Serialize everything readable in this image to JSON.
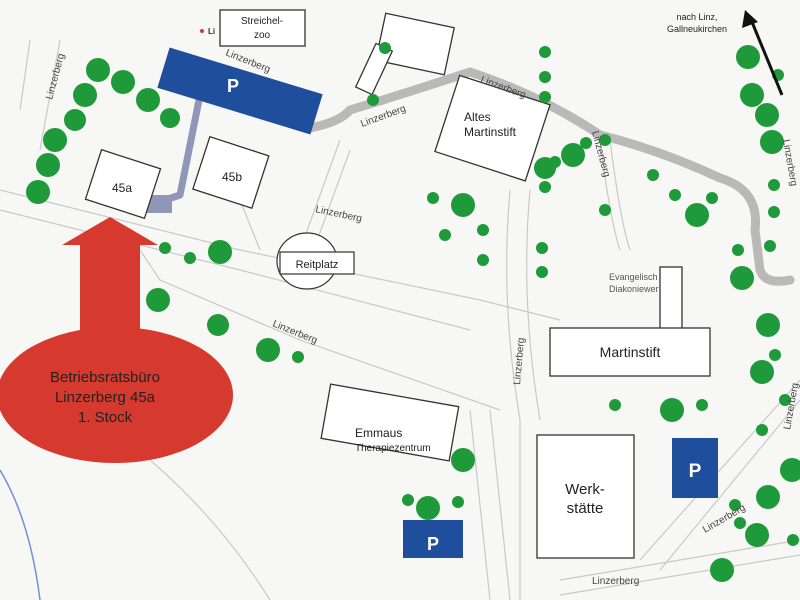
{
  "labels": {
    "streichelzoo": [
      "Streichel-",
      "zoo"
    ],
    "linzerberg": "Linzerberg",
    "altes_martinstift": [
      "Altes",
      "Martinstift"
    ],
    "building_45a": "45a",
    "building_45b": "45b",
    "reitplatz": "Reitplatz",
    "evangelisches_diakoniewerk": [
      "Evangelisch",
      "Diakoniewer"
    ],
    "martinstift": "Martinstift",
    "emmaus": [
      "Emmaus",
      "Therapiezentrum"
    ],
    "werkstaette": [
      "Werk-",
      "stätte"
    ],
    "nach_linz": [
      "nach Linz,",
      "Gallneukirchen"
    ],
    "betriebsratsbuero": [
      "Betriebsratsbüro",
      "Linzerberg 45a",
      "1. Stock"
    ],
    "parking": "P",
    "top_left_fragment": "Li"
  },
  "colors": {
    "parking_blue": "#1f4e9c",
    "tree_green": "#1f9a3a",
    "road_gray": "#b9b9b9",
    "callout_red": "#d63a2f",
    "path_blue": "#8f96b8"
  }
}
